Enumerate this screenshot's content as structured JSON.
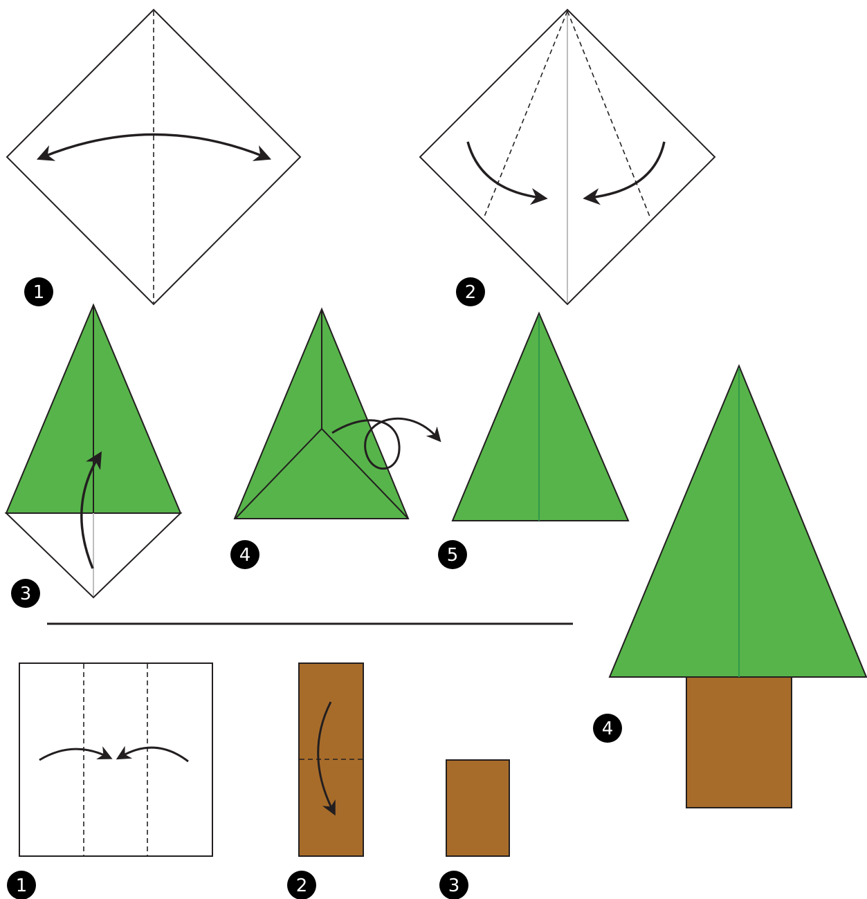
{
  "colors": {
    "tree_green": "#57b44a",
    "trunk_brown": "#a86c2a",
    "line": "#231f20",
    "crease_grey": "#bdbdbd",
    "center_line_green": "#2f9a4a",
    "badge_fill": "#000000",
    "badge_text": "#ffffff"
  },
  "tree_steps": [
    {
      "number": "1"
    },
    {
      "number": "2"
    },
    {
      "number": "3"
    },
    {
      "number": "4"
    },
    {
      "number": "5"
    }
  ],
  "trunk_steps": [
    {
      "number": "1"
    },
    {
      "number": "2"
    },
    {
      "number": "3"
    }
  ],
  "final_step": {
    "number": "4"
  }
}
